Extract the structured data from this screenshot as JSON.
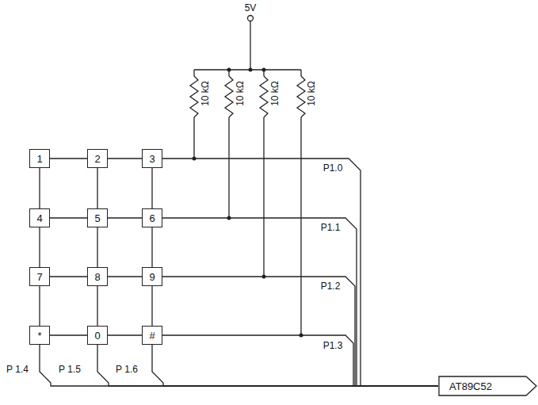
{
  "diagram": {
    "nodes": [
      {
        "text": [
          "1"
        ]
      },
      {
        "text": [
          "2"
        ]
      },
      {
        "text": [
          "3"
        ]
      },
      {
        "text": [
          "4"
        ]
      },
      {
        "text": [
          "5"
        ]
      },
      {
        "text": [
          "6"
        ]
      },
      {
        "text": [
          "7"
        ]
      },
      {
        "text": [
          "8"
        ]
      },
      {
        "text": [
          "9"
        ]
      },
      {
        "text": [
          "*"
        ]
      },
      {
        "text": [
          "0"
        ]
      },
      {
        "text": [
          "#"
        ]
      },
      {
        "text": [
          "AT89C52"
        ]
      }
    ],
    "edges": [
      {
        "from": 0,
        "to": 1,
        "arrow": "none"
      },
      {
        "from": 1,
        "to": 2,
        "arrow": "none"
      },
      {
        "from": 3,
        "to": 4,
        "arrow": "none"
      },
      {
        "from": 4,
        "to": 5,
        "arrow": "none"
      },
      {
        "from": 6,
        "to": 7,
        "arrow": "none"
      },
      {
        "from": 7,
        "to": 8,
        "arrow": "none"
      },
      {
        "from": 9,
        "to": 10,
        "arrow": "none"
      },
      {
        "from": 10,
        "to": 11,
        "arrow": "none"
      },
      {
        "from": 0,
        "to": 3,
        "arrow": "none"
      },
      {
        "from": 3,
        "to": 6,
        "arrow": "none"
      },
      {
        "from": 6,
        "to": 9,
        "arrow": "none"
      },
      {
        "from": 1,
        "to": 4,
        "arrow": "none"
      },
      {
        "from": 4,
        "to": 7,
        "arrow": "none"
      },
      {
        "from": 7,
        "to": 10,
        "arrow": "none"
      },
      {
        "from": 2,
        "to": 5,
        "arrow": "none"
      },
      {
        "from": 5,
        "to": 8,
        "arrow": "none"
      },
      {
        "from": 8,
        "to": 11,
        "arrow": "none"
      },
      {
        "from": 2,
        "to": 12,
        "arrow": "none"
      },
      {
        "from": 5,
        "to": 12,
        "arrow": "none"
      },
      {
        "from": 8,
        "to": 12,
        "arrow": "none"
      },
      {
        "from": 11,
        "to": 12,
        "arrow": "none"
      },
      {
        "from": 9,
        "to": 12,
        "arrow": "none"
      },
      {
        "from": 10,
        "to": 12,
        "arrow": "none"
      },
      {
        "from": 11,
        "to": 12,
        "arrow": "none"
      }
    ],
    "labels": [
      "5V",
      "10 kΩ",
      "10 kΩ",
      "10 kΩ",
      "10 kΩ",
      "P1.0",
      "P1.1",
      "P1.2",
      "P1.3",
      "P 1.4",
      "P 1.5",
      "P 1.6"
    ]
  }
}
